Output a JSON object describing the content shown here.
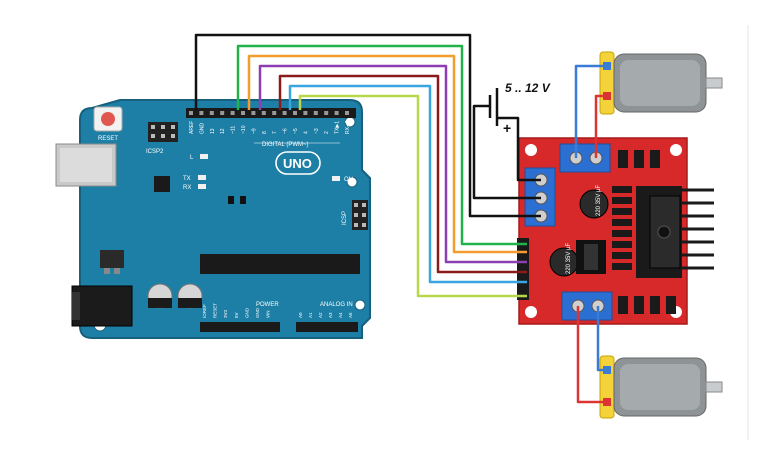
{
  "supply": {
    "voltage_label": "5 .. 12 V",
    "plus": "+"
  },
  "arduino": {
    "reset": "RESET",
    "icsp2": "ICSP2",
    "icsp": "ICSP",
    "uno": "UNO",
    "led_l": "L",
    "led_tx": "TX",
    "led_rx": "RX",
    "led_on": "ON",
    "digital": "DIGITAL (PWM~)",
    "power": "POWER",
    "analog": "ANALOG IN",
    "top_pins": [
      "AREF",
      "GND",
      "13",
      "12",
      "~11",
      "~10",
      "~9",
      "8",
      "7",
      "~6",
      "~5",
      "4",
      "~3",
      "2",
      "TX▶1",
      "RX◀0"
    ],
    "bottom_power": [
      "IOREF",
      "RESET",
      "3V3",
      "5V",
      "GND",
      "GND",
      "VIN"
    ],
    "bottom_analog": [
      "A0",
      "A1",
      "A2",
      "A3",
      "A4",
      "A5"
    ]
  },
  "driver": {
    "cap1": "220 35V μF",
    "cap2": "220 35V μF"
  },
  "colors": {
    "board": "#1e7fa6",
    "driver": "#d8292a",
    "terminal": "#2a6fd1",
    "motor": "#8e9396"
  },
  "wires": [
    {
      "name": "wire-black",
      "color": "#111111"
    },
    {
      "name": "wire-green",
      "color": "#22b24c"
    },
    {
      "name": "wire-orange",
      "color": "#f29d2e"
    },
    {
      "name": "wire-purple",
      "color": "#8c3fb3"
    },
    {
      "name": "wire-darkred",
      "color": "#8b1a1a"
    },
    {
      "name": "wire-blue",
      "color": "#3aa6e0"
    },
    {
      "name": "wire-yellow",
      "color": "#b8d84a"
    }
  ]
}
